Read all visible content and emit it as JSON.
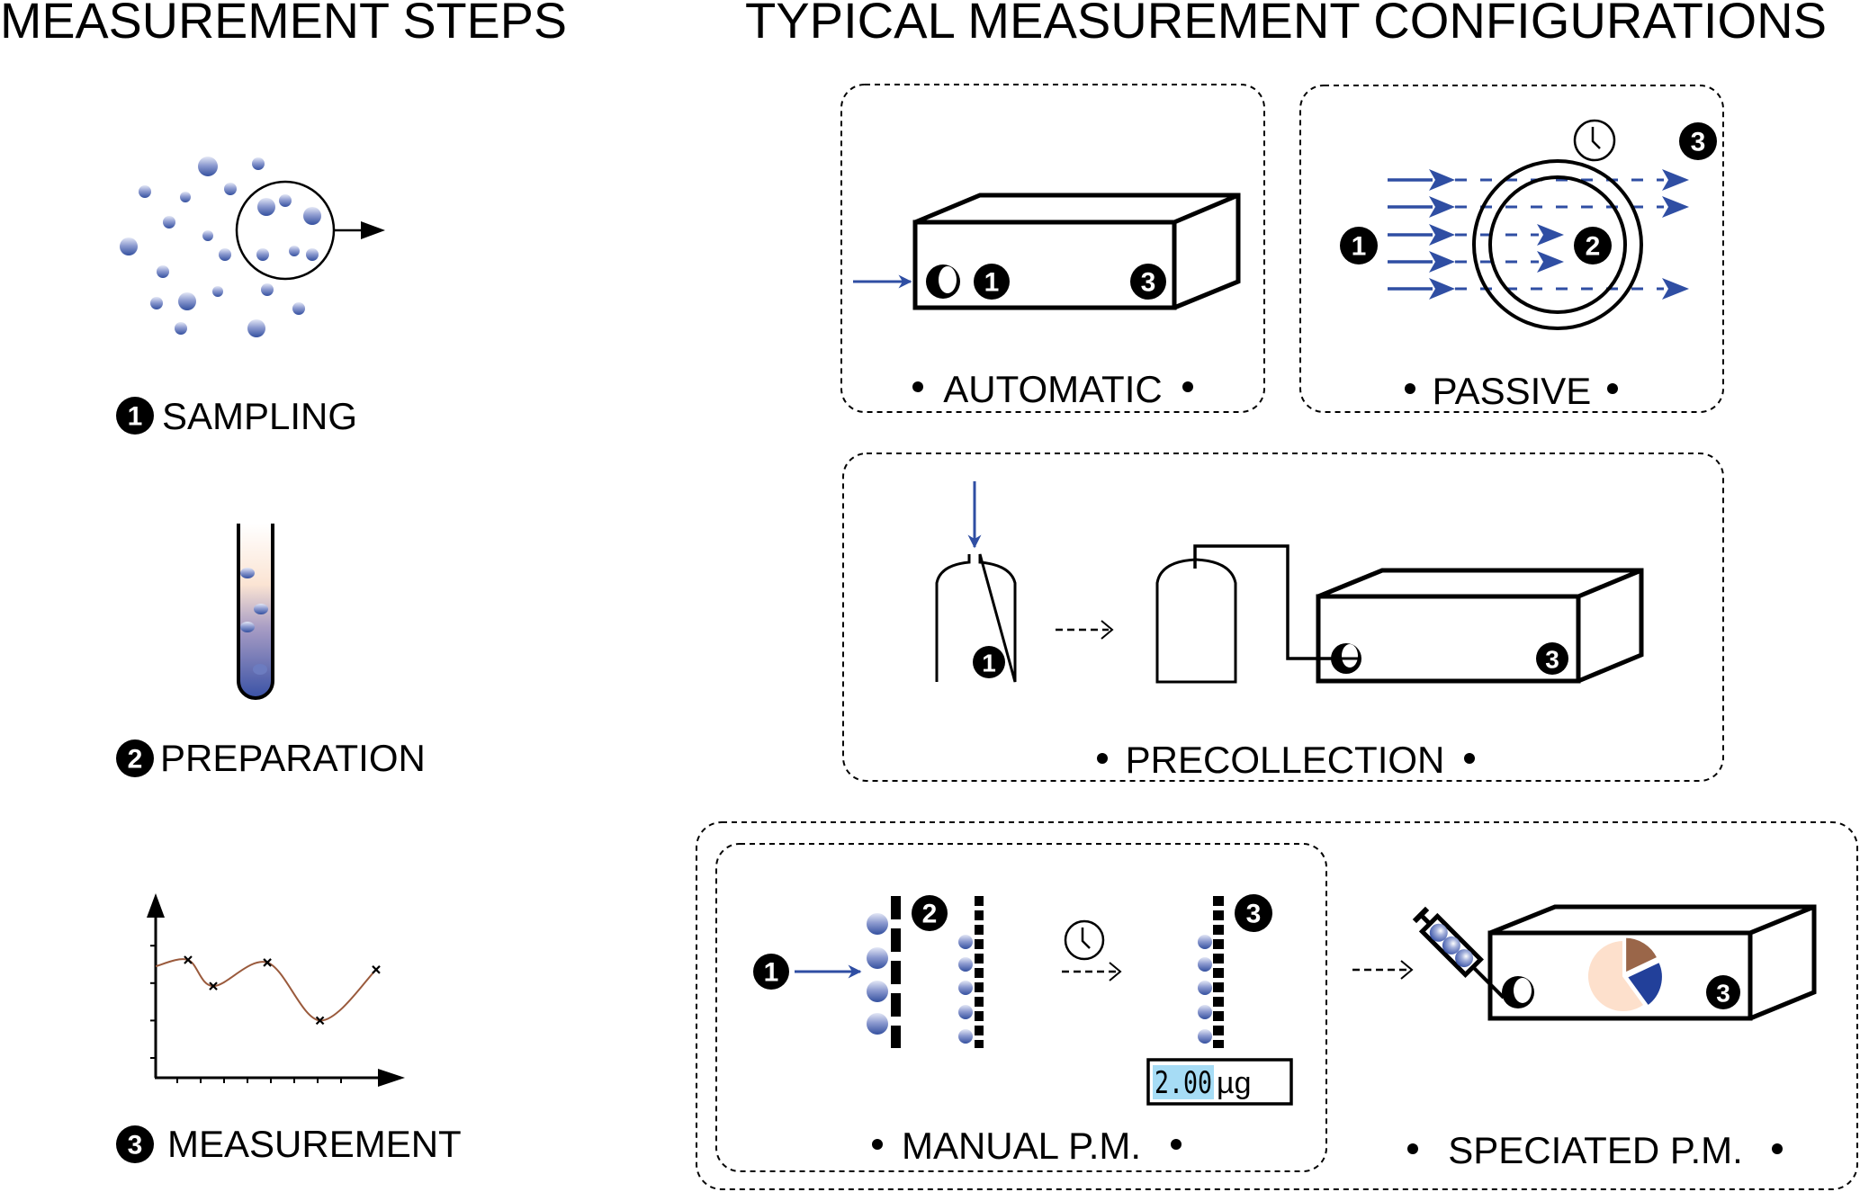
{
  "headers": {
    "left": "MEASUREMENT STEPS",
    "right": "TYPICAL MEASUREMENT CONFIGURATIONS"
  },
  "steps": [
    {
      "number": "1",
      "label": "SAMPLING",
      "icon": "particle-sampling-icon"
    },
    {
      "number": "2",
      "label": "PREPARATION",
      "icon": "test-tube-icon"
    },
    {
      "number": "3",
      "label": "MEASUREMENT",
      "icon": "line-graph-icon"
    }
  ],
  "configurations": {
    "automatic": {
      "label": "AUTOMATIC",
      "badges": [
        "1",
        "3"
      ]
    },
    "passive": {
      "label": "PASSIVE",
      "badges": [
        "1",
        "2",
        "3"
      ]
    },
    "precollection": {
      "label": "PRECOLLECTION",
      "badges": [
        "1",
        "3"
      ]
    },
    "manual_pm": {
      "label": "MANUAL P.M.",
      "badges": [
        "1",
        "2",
        "3"
      ],
      "display": {
        "value": "2.00",
        "unit": "µg"
      }
    },
    "speciated_pm": {
      "label": "SPECIATED P.M.",
      "badges": [
        "3"
      ]
    }
  },
  "bullet": "•",
  "colors": {
    "particle_blue": "#3b55a8",
    "arrow_blue": "#2f4ea3",
    "curve_brown": "#9a5a3c",
    "lcd_highlight": "#a6dcf5",
    "pie_peach": "#fde0cc",
    "pie_brown": "#9a6649",
    "pie_blue": "#22409a"
  },
  "chart_data": [
    {
      "type": "line",
      "title": "",
      "xlabel": "",
      "ylabel": "",
      "x": [
        1.46,
        2.54,
        4.85,
        7.1,
        9.5
      ],
      "series": [
        {
          "name": "measurement",
          "values": [
            3.62,
            2.92,
            3.55,
            2.0,
            3.36
          ],
          "start_value": 3.45
        }
      ],
      "x_ticks": 8,
      "y_ticks": 4,
      "xlim": [
        0,
        10.5
      ],
      "ylim": [
        0.5,
        4.8
      ],
      "markers": "x",
      "grid": false
    },
    {
      "type": "pie",
      "title": "",
      "values": [
        60,
        18,
        22
      ],
      "colors": [
        "#fde0cc",
        "#9a6649",
        "#22409a"
      ],
      "start_angle_deg": 0,
      "exploded": [
        false,
        true,
        true
      ]
    }
  ]
}
